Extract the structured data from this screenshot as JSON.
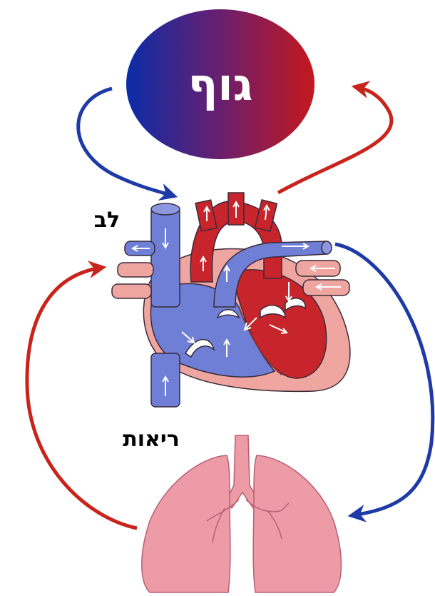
{
  "labels": {
    "body": "גוף",
    "heart": "לב",
    "lungs": "ריאות"
  },
  "colors": {
    "oxygenated": "#c8241c",
    "deoxygenated": "#1d3aa6",
    "heart_blue": "#6f7fd6",
    "heart_red": "#c8242c",
    "heart_pink": "#f0a6a0",
    "lung_pink": "#ee9ba8"
  }
}
